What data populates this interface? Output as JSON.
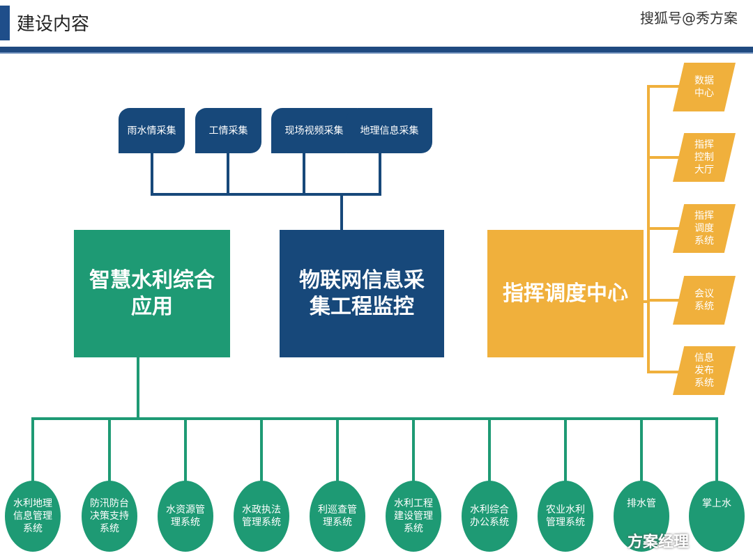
{
  "header": {
    "title": "建设内容",
    "watermark": "搜狐号@秀方案"
  },
  "iot_sources": [
    "雨水情采集",
    "工情采集",
    "现场视频采集",
    "地理信息采集"
  ],
  "main_blocks": {
    "smart": "智慧水利综合应用",
    "iot": "物联网信息采集工程监控",
    "command": "指挥调度中心"
  },
  "command_items": [
    "数据中心",
    "指挥控制大厅",
    "指挥调度系统",
    "会议系统",
    "信息发布系统"
  ],
  "apps": [
    "水利地理信息管理系统",
    "防汛防台决策支持系统",
    "水资源管理系统",
    "水政执法管理系统",
    "利巡查管理系统",
    "水利工程建设管理系统",
    "水利综合办公系统",
    "农业水利管理系统",
    "排水管",
    "掌上水"
  ],
  "logo_watermark": "方案经理",
  "colors": {
    "navy": "#17487a",
    "green": "#1e9a74",
    "gold": "#f0b03c"
  }
}
